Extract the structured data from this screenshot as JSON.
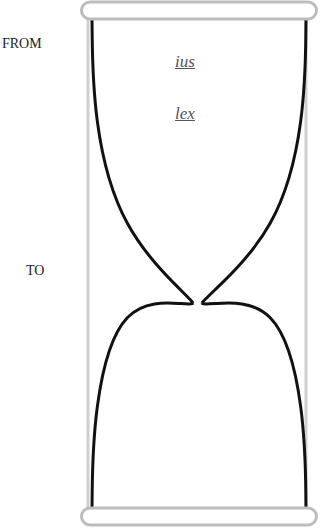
{
  "diagram": {
    "nodes": [
      {
        "text": [
          "ius",
          "lex"
        ]
      }
    ],
    "labels": [
      "FROM",
      "TO"
    ]
  }
}
